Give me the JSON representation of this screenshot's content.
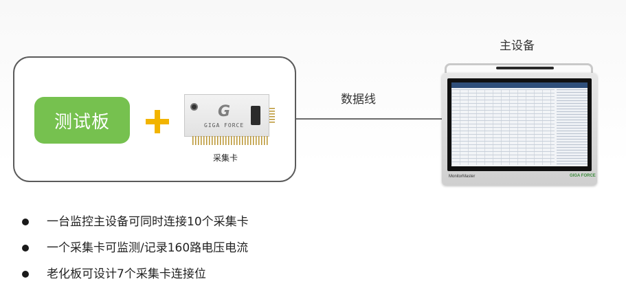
{
  "diagram": {
    "test_board_label": "测试板",
    "collector_card_label": "采集卡",
    "collector_card_brand": "GIGA FORCE",
    "connection_label": "数据线",
    "main_device_label": "主设备",
    "main_device_brand_left": "MonitorMaster",
    "main_device_brand_right": "GIGA FORCE"
  },
  "bullets": [
    "一台监控主设备可同时连接10个采集卡",
    "一个采集卡可监测/记录160路电压电流",
    "老化板可设计7个采集卡连接位"
  ],
  "colors": {
    "test_board_green": "#76c14f",
    "plus_yellow": "#f2b400"
  }
}
